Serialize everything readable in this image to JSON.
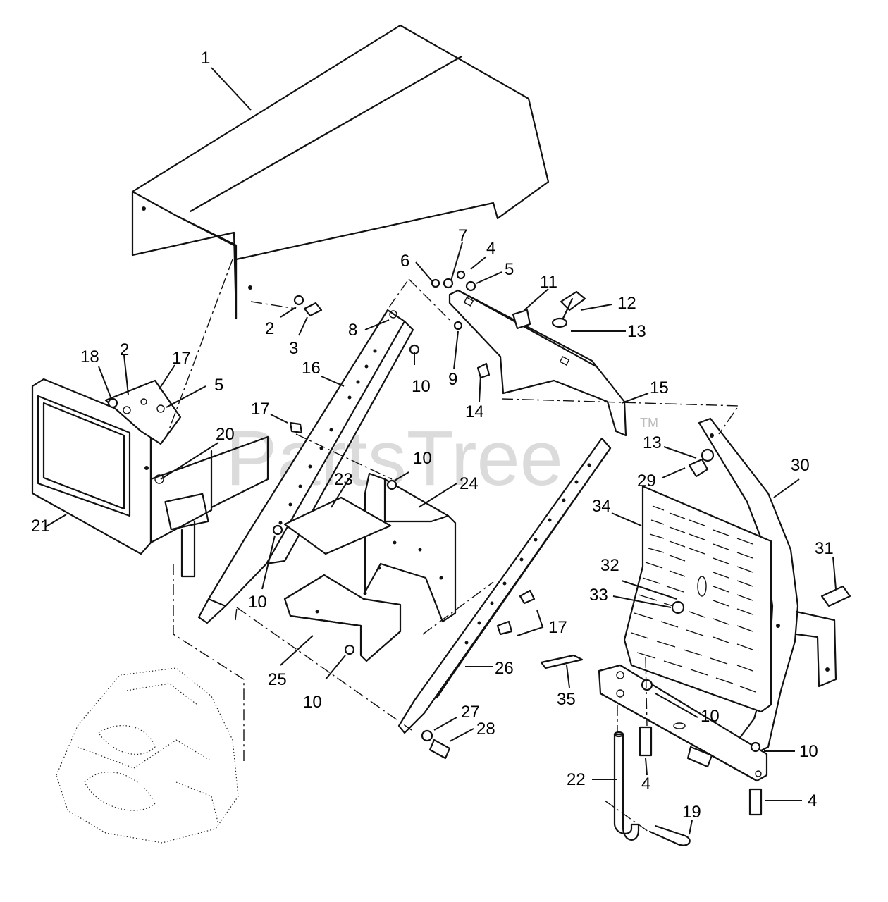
{
  "watermark": {
    "text": "PartsTree",
    "mark": "TM"
  },
  "callouts": {
    "c1": "1",
    "c2a": "2",
    "c3": "3",
    "c6": "6",
    "c7": "7",
    "c4a": "4",
    "c5a": "5",
    "c11": "11",
    "c12": "12",
    "c13a": "13",
    "c8": "8",
    "c9": "9",
    "c10a": "10",
    "c18": "18",
    "c2b": "2",
    "c17a": "17",
    "c5b": "5",
    "c16": "16",
    "c14": "14",
    "c15": "15",
    "c17b": "17",
    "c20": "20",
    "c10b": "10",
    "c23": "23",
    "c24": "24",
    "c13b": "13",
    "c29": "29",
    "c30": "30",
    "c21": "21",
    "c34": "34",
    "c32": "32",
    "c31": "31",
    "c10c": "10",
    "c33": "33",
    "c17c": "17",
    "c25": "25",
    "c26": "26",
    "c35": "35",
    "c10d": "10",
    "c27": "27",
    "c28": "28",
    "c10e": "10",
    "c10f": "10",
    "c22": "22",
    "c4b": "4",
    "c4c": "4",
    "c19": "19"
  }
}
